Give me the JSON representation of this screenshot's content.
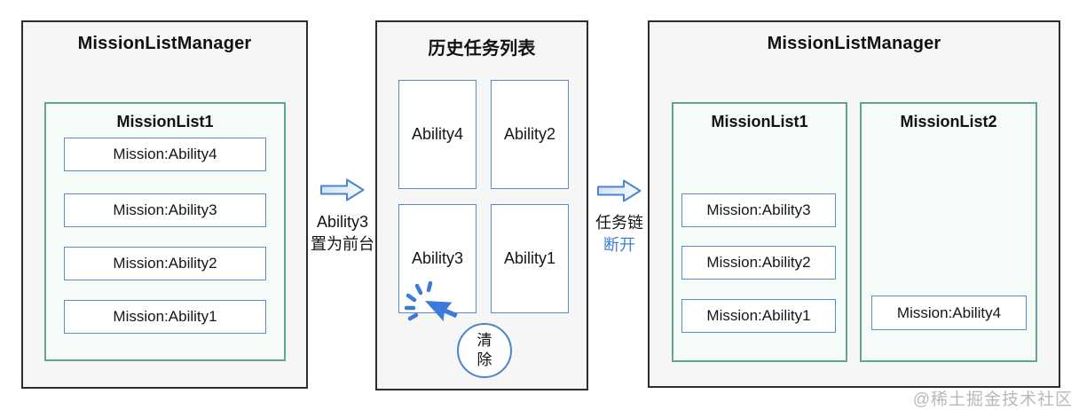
{
  "left_panel": {
    "title": "MissionListManager",
    "list1": {
      "title": "MissionList1",
      "items": [
        "Mission:Ability4",
        "Mission:Ability3",
        "Mission:Ability2",
        "Mission:Ability1"
      ]
    }
  },
  "arrow_foreground": {
    "line1": "Ability3",
    "line2": "置为前台"
  },
  "recents_panel": {
    "title": "历史任务列表",
    "cards": [
      "Ability4",
      "Ability2",
      "Ability3",
      "Ability1"
    ],
    "clear_button": {
      "line1": "清",
      "line2": "除"
    }
  },
  "arrow_disconnect": {
    "line1": "任务链",
    "line2": "断开"
  },
  "right_panel": {
    "title": "MissionListManager",
    "list1": {
      "title": "MissionList1",
      "items": [
        "Mission:Ability3",
        "Mission:Ability2",
        "Mission:Ability1"
      ]
    },
    "list2": {
      "title": "MissionList2",
      "items": [
        "Mission:Ability4"
      ]
    }
  },
  "watermark": "@稀土掘金技术社区",
  "colors": {
    "panel_border": "#2d2d2d",
    "panel_bg": "#f6f6f6",
    "green_border": "#5fa78d",
    "green_bg": "#f5fbf7",
    "blue_border": "#5b8cc8",
    "accent_blue": "#3e7fd6",
    "arrow_fill": "#cfe3f7"
  }
}
